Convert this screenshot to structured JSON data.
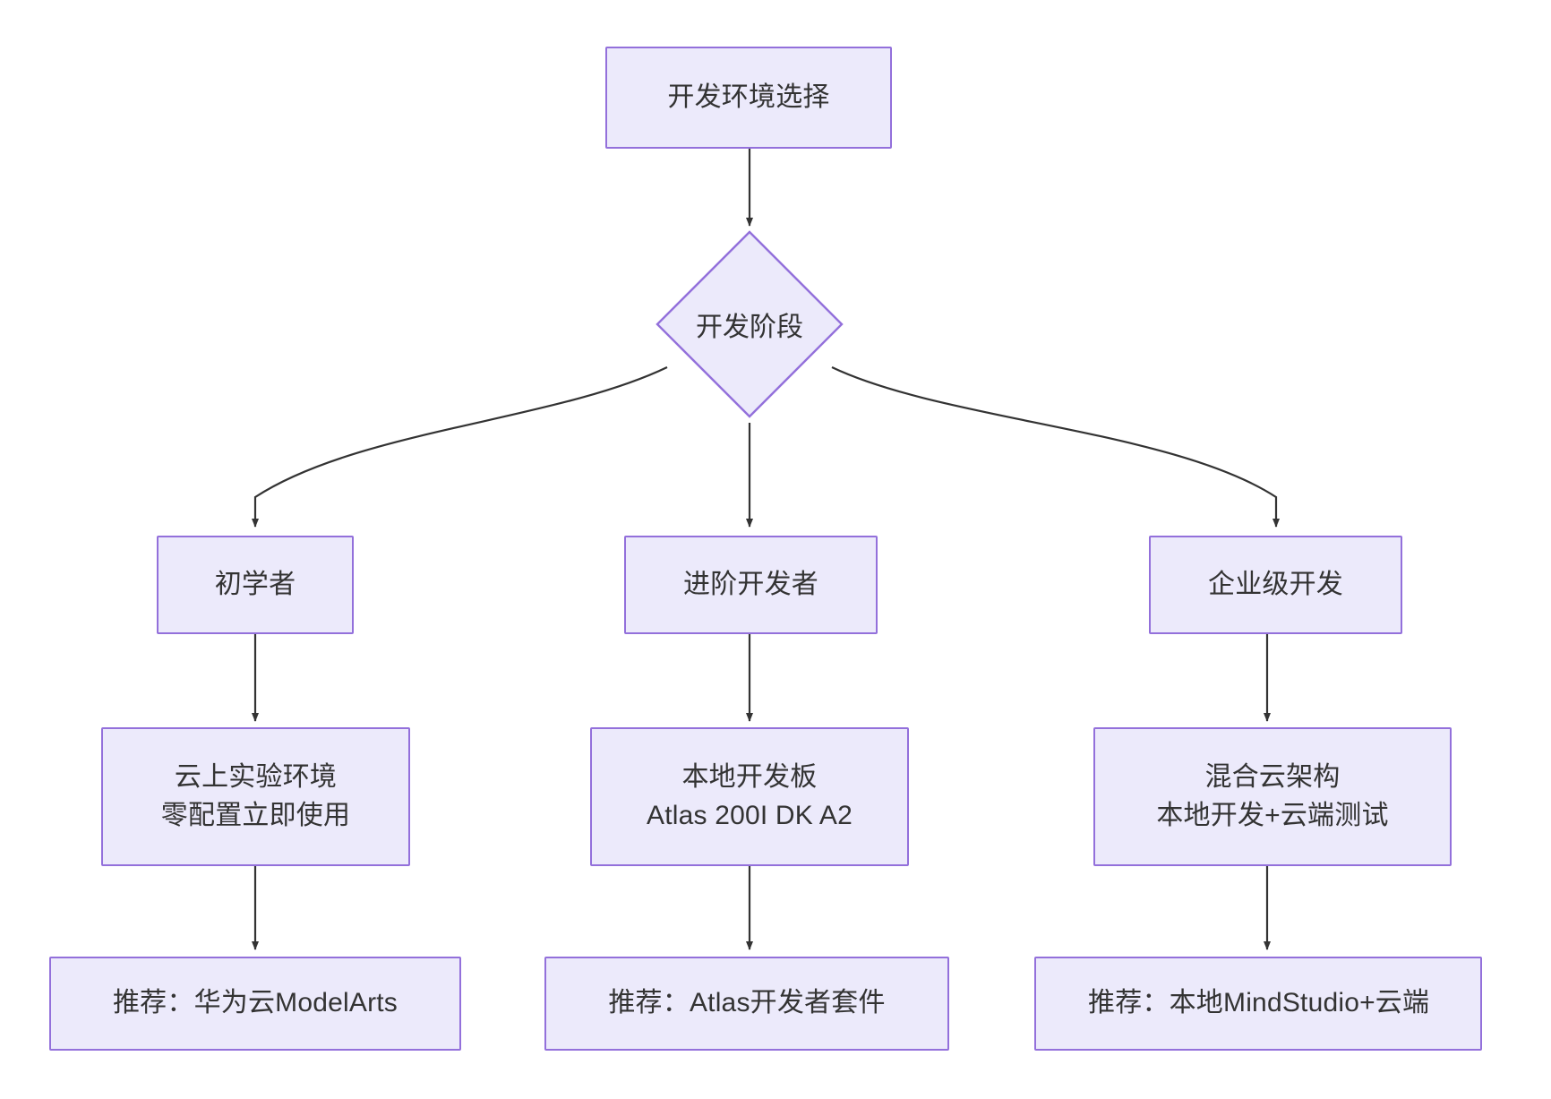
{
  "diagram": {
    "type": "flowchart",
    "direction": "top-down",
    "title_node": "开发环境选择",
    "background_color": "#FFFFFF",
    "node_fill_color": "#ECEAFB",
    "node_border_color": "#9370DB",
    "node_text_color": "#333333",
    "edge_color": "#333333",
    "nodes": [
      {
        "id": "start",
        "shape": "rectangle",
        "label": "开发环境选择",
        "row": 0
      },
      {
        "id": "decision",
        "shape": "diamond",
        "label": "开发阶段",
        "row": 1
      },
      {
        "id": "beginner",
        "shape": "rectangle",
        "label": "初学者",
        "row": 2,
        "branch": "left"
      },
      {
        "id": "advanced",
        "shape": "rectangle",
        "label": "进阶开发者",
        "row": 2,
        "branch": "center"
      },
      {
        "id": "enterprise",
        "shape": "rectangle",
        "label": "企业级开发",
        "row": 2,
        "branch": "right"
      },
      {
        "id": "cloud-lab",
        "shape": "rectangle",
        "label": "云上实验环境\n零配置立即使用",
        "row": 3,
        "branch": "left"
      },
      {
        "id": "local-board",
        "shape": "rectangle",
        "label": "本地开发板\nAtlas 200I DK A2",
        "row": 3,
        "branch": "center"
      },
      {
        "id": "hybrid-cloud",
        "shape": "rectangle",
        "label": "混合云架构\n本地开发+云端测试",
        "row": 3,
        "branch": "right"
      },
      {
        "id": "rec-modelarts",
        "shape": "rectangle",
        "label": "推荐：华为云ModelArts",
        "row": 4,
        "branch": "left"
      },
      {
        "id": "rec-atlas-kit",
        "shape": "rectangle",
        "label": "推荐：Atlas开发者套件",
        "row": 4,
        "branch": "center"
      },
      {
        "id": "rec-mindstudio",
        "shape": "rectangle",
        "label": "推荐：本地MindStudio+云端",
        "row": 4,
        "branch": "right",
        "clipped": true
      }
    ],
    "edges": [
      {
        "from": "start",
        "to": "decision",
        "label": ""
      },
      {
        "from": "decision",
        "to": "beginner",
        "label": ""
      },
      {
        "from": "decision",
        "to": "advanced",
        "label": ""
      },
      {
        "from": "decision",
        "to": "enterprise",
        "label": ""
      },
      {
        "from": "beginner",
        "to": "cloud-lab",
        "label": ""
      },
      {
        "from": "advanced",
        "to": "local-board",
        "label": ""
      },
      {
        "from": "enterprise",
        "to": "hybrid-cloud",
        "label": ""
      },
      {
        "from": "cloud-lab",
        "to": "rec-modelarts",
        "label": ""
      },
      {
        "from": "local-board",
        "to": "rec-atlas-kit",
        "label": ""
      },
      {
        "from": "hybrid-cloud",
        "to": "rec-mindstudio",
        "label": ""
      }
    ]
  }
}
